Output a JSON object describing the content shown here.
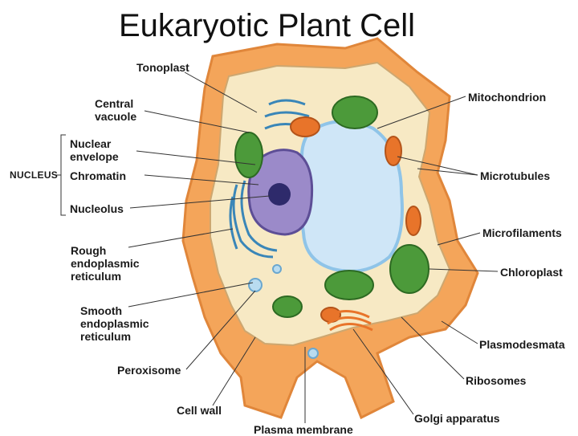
{
  "title": "Eukaryotic Plant Cell",
  "nucleus_group_label": "NUCLEUS",
  "labels": {
    "tonoplast": "Tonoplast",
    "central_vacuole": "Central\nvacuole",
    "nuclear_envelope": "Nuclear\nenvelope",
    "chromatin": "Chromatin",
    "nucleolus": "Nucleolus",
    "rough_er": "Rough\nendoplasmic\nreticulum",
    "smooth_er": "Smooth\nendoplasmic\nreticulum",
    "peroxisome": "Peroxisome",
    "cell_wall": "Cell wall",
    "plasma_membrane": "Plasma membrane",
    "golgi_apparatus": "Golgi apparatus",
    "mitochondrion": "Mitochondrion",
    "microtubules": "Microtubules",
    "microfilaments": "Microfilaments",
    "chloroplast": "Chloroplast",
    "plasmodesmata": "Plasmodesmata",
    "ribosomes": "Ribosomes"
  },
  "colors": {
    "cell_wall": "#f4a55a",
    "cell_wall_dark": "#e0863a",
    "cytoplasm": "#f7e9c4",
    "vacuole": "#cfe6f7",
    "vacuole_edge": "#8fc4e8",
    "nucleus": "#9b8ac9",
    "nucleolus": "#2e2a6b",
    "er": "#3a86b8",
    "chloroplast": "#4c9a3a",
    "mitochondrion": "#e8742a",
    "leader_line": "#333333"
  }
}
